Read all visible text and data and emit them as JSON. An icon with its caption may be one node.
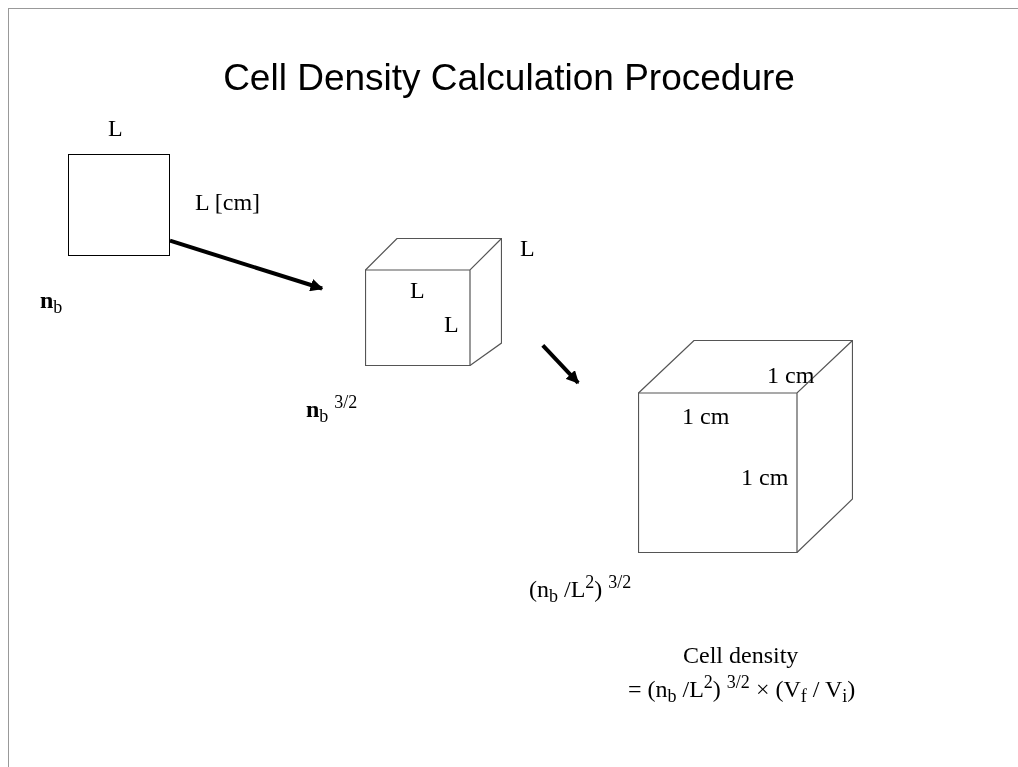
{
  "diagram": {
    "title": "Cell Density Calculation Procedure",
    "nodes": [
      {
        "text": [],
        "shape": "box",
        "beside": [
          "**n**$_{b}$"
        ]
      },
      {
        "text": [],
        "shape": "cube",
        "beside": [
          "**n**$_{b}$ $^{3/2}$"
        ]
      },
      {
        "text": [],
        "shape": "cube",
        "beside": [
          "(n$_{b}$ /L$^{2}$) $^{3/2}$"
        ]
      }
    ],
    "edges": [
      {
        "from": 0,
        "to": 1,
        "arrow": "to"
      },
      {
        "from": 1,
        "to": 2,
        "arrow": "to"
      }
    ],
    "labels": [
      "L",
      "L [cm]",
      "L",
      "L",
      "L",
      "1 cm",
      "1 cm",
      "1 cm",
      "Cell density",
      "= (n$_{b}$ /L$^{2}$) $^{3/2}$ × (V$_{f}$ / V$_{i}$)"
    ]
  }
}
